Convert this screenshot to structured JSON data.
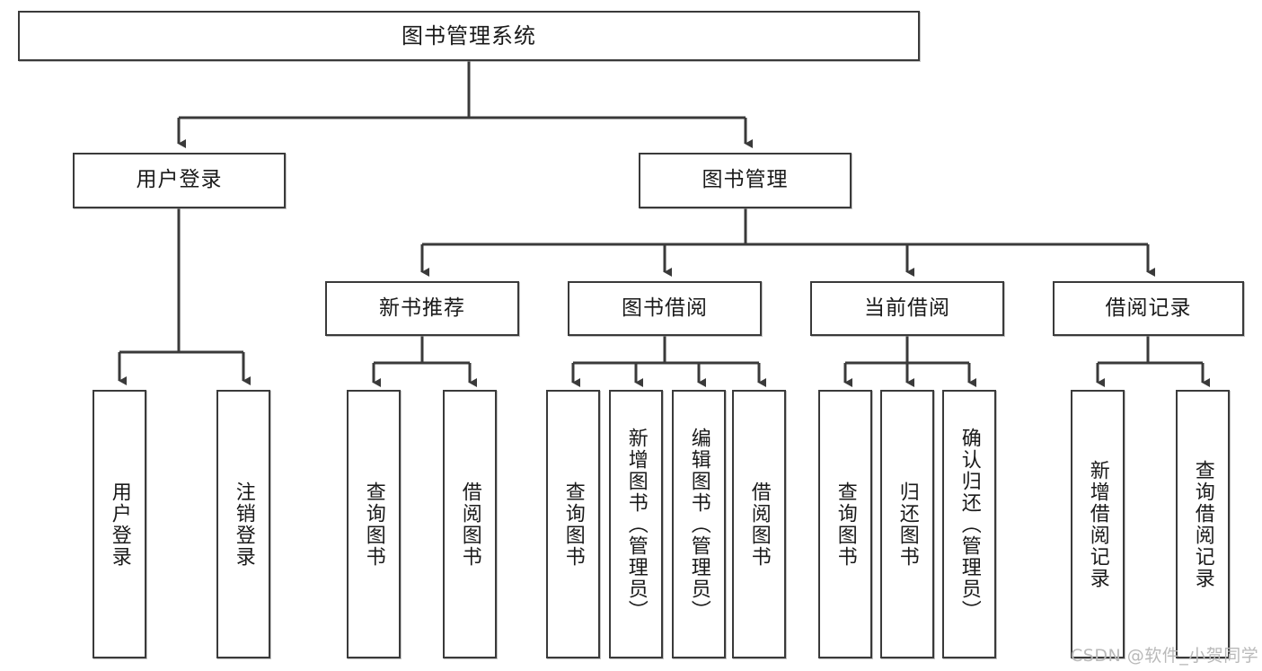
{
  "diagram": {
    "title": "图书管理系统",
    "watermark": "CSDN @软件_小贺同学",
    "stroke_color": "#3a3a3a",
    "background_color": "#ffffff",
    "text_color": "#1a1a1a",
    "watermark_color": "#b9b9b9",
    "levels": {
      "level1": [
        "图书管理系统"
      ],
      "level2": [
        "用户登录",
        "图书管理"
      ],
      "level3": [
        "新书推荐",
        "图书借阅",
        "当前借阅",
        "借阅记录"
      ],
      "level4": [
        "用户登录",
        "注销登录",
        "查询图书",
        "借阅图书",
        "查询图书",
        "新增图书（管理员）",
        "编辑图书（管理员）",
        "借阅图书",
        "查询图书",
        "归还图书",
        "确认归还（管理员）",
        "新增借阅记录",
        "查询借阅记录"
      ]
    },
    "nodes": {
      "root": {
        "label": "图书管理系统"
      },
      "user_login": {
        "label": "用户登录"
      },
      "book_manage": {
        "label": "图书管理"
      },
      "new_book_rec": {
        "label": "新书推荐"
      },
      "book_borrow": {
        "label": "图书借阅"
      },
      "current_borrow": {
        "label": "当前借阅"
      },
      "borrow_record": {
        "label": "借阅记录"
      },
      "leaf_user_login": {
        "label": "用户登录"
      },
      "leaf_logout": {
        "label": "注销登录"
      },
      "leaf_query_book_1": {
        "label": "查询图书"
      },
      "leaf_borrow_book_1": {
        "label": "借阅图书"
      },
      "leaf_query_book_2": {
        "label": "查询图书"
      },
      "leaf_add_book_admin": {
        "label": "新增图书（管理员）"
      },
      "leaf_edit_book_admin": {
        "label": "编辑图书（管理员）"
      },
      "leaf_borrow_book_2": {
        "label": "借阅图书"
      },
      "leaf_query_book_3": {
        "label": "查询图书"
      },
      "leaf_return_book": {
        "label": "归还图书"
      },
      "leaf_confirm_return_admin": {
        "label": "确认归还（管理员）"
      },
      "leaf_add_borrow_record": {
        "label": "新增借阅记录"
      },
      "leaf_query_borrow_record": {
        "label": "查询借阅记录"
      }
    }
  }
}
